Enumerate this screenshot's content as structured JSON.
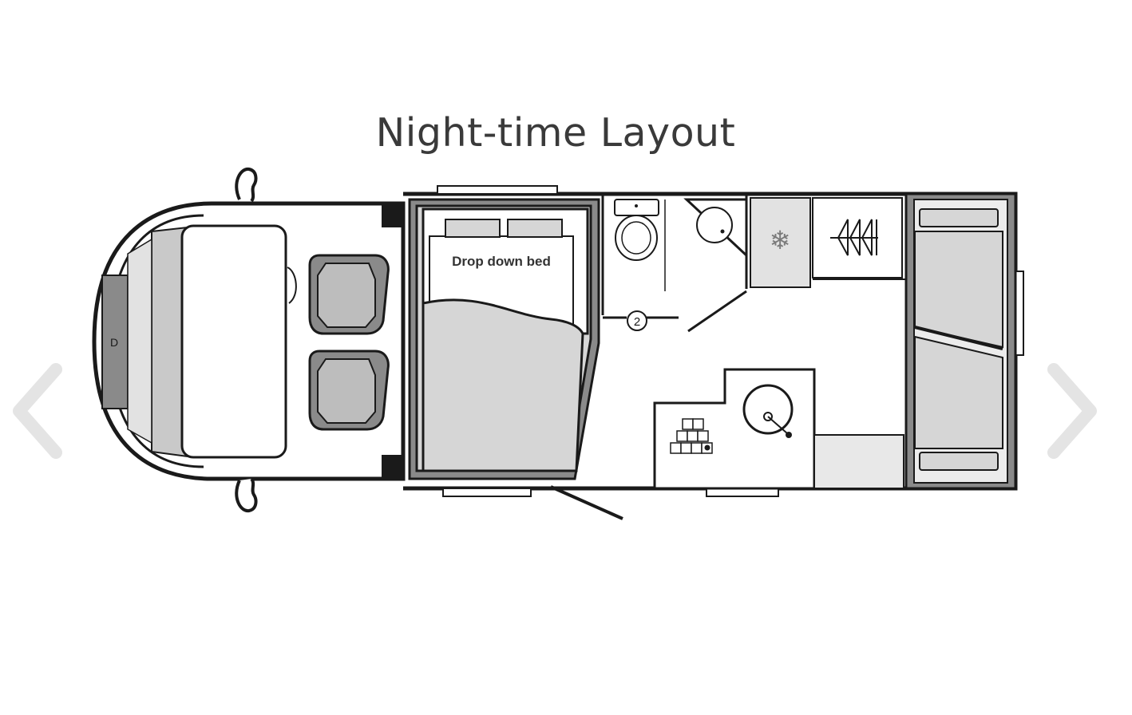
{
  "title": "Night-time Layout",
  "labels": {
    "bed": "Drop down bed",
    "door_marker": "2"
  },
  "nav": {
    "prev": "previous-arrow",
    "next": "next-arrow"
  },
  "colors": {
    "wall": "#1a1a1a",
    "fill_grey": "#d6d6d6",
    "dark_grey": "#8a8a8a",
    "arrow": "#e6e6e6"
  }
}
